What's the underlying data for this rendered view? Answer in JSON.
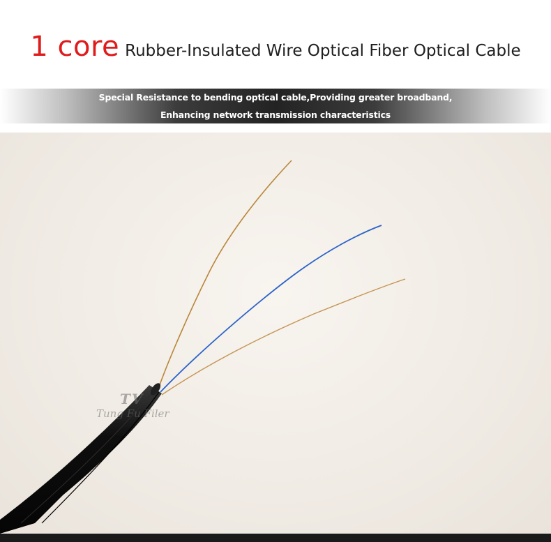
{
  "header": {
    "accent": "1 core",
    "title": "Rubber-Insulated Wire Optical Fiber Optical Cable"
  },
  "band": {
    "line1": "Special Resistance to bending optical cable,Providing greater broadband,",
    "line2": "Enhancing network transmission characteristics"
  },
  "watermark": {
    "logo": "TV",
    "text": "Tung Fu Filer"
  },
  "colors": {
    "accent": "#e01b1b",
    "cable": "#151515",
    "fiber_blue": "#2a63c9",
    "wire_copper": "#b8873a"
  }
}
